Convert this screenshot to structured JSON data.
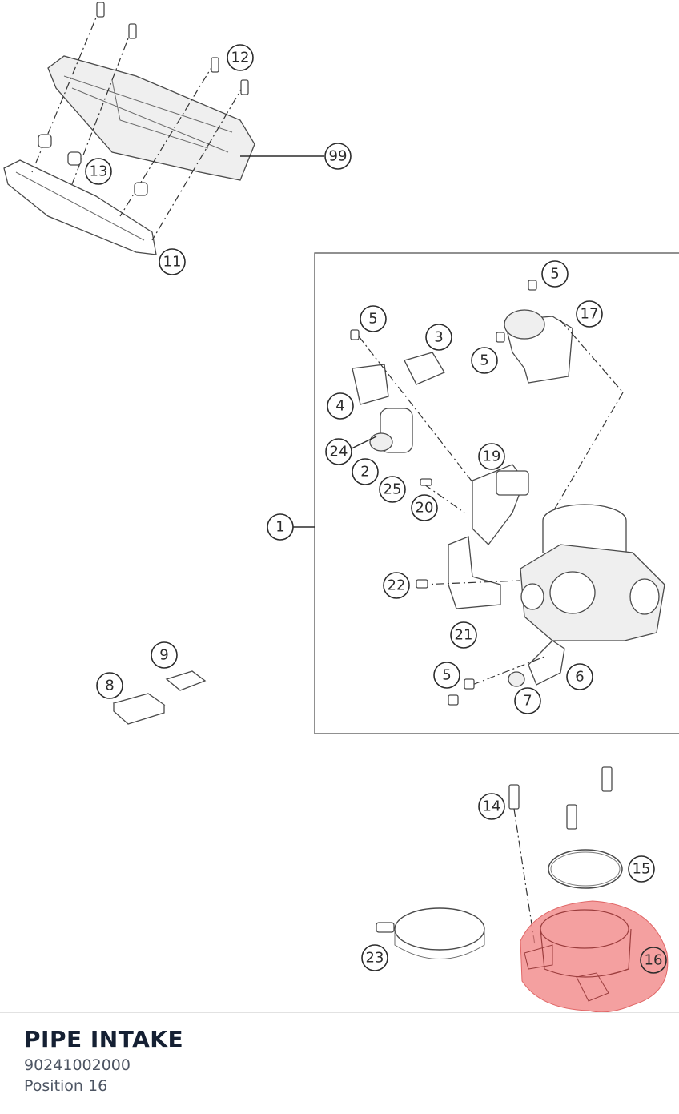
{
  "callouts": [
    {
      "id": "c12",
      "label": "12"
    },
    {
      "id": "c99",
      "label": "99"
    },
    {
      "id": "c13",
      "label": "13"
    },
    {
      "id": "c11",
      "label": "11"
    },
    {
      "id": "c5a",
      "label": "5"
    },
    {
      "id": "c17",
      "label": "17"
    },
    {
      "id": "c5b",
      "label": "5"
    },
    {
      "id": "c3",
      "label": "3"
    },
    {
      "id": "c5c",
      "label": "5"
    },
    {
      "id": "c4",
      "label": "4"
    },
    {
      "id": "c24",
      "label": "24"
    },
    {
      "id": "c2",
      "label": "2"
    },
    {
      "id": "c25",
      "label": "25"
    },
    {
      "id": "c19",
      "label": "19"
    },
    {
      "id": "c20",
      "label": "20"
    },
    {
      "id": "c1",
      "label": "1"
    },
    {
      "id": "c22",
      "label": "22"
    },
    {
      "id": "c21",
      "label": "21"
    },
    {
      "id": "c5d",
      "label": "5"
    },
    {
      "id": "c6",
      "label": "6"
    },
    {
      "id": "c7",
      "label": "7"
    },
    {
      "id": "c9",
      "label": "9"
    },
    {
      "id": "c8",
      "label": "8"
    },
    {
      "id": "c14",
      "label": "14"
    },
    {
      "id": "c15",
      "label": "15"
    },
    {
      "id": "c23",
      "label": "23"
    },
    {
      "id": "c16",
      "label": "16"
    }
  ],
  "highlight": {
    "position_label": "16",
    "color": "#f08080"
  },
  "part": {
    "name": "PIPE INTAKE",
    "number": "90241002000",
    "position": "Position 16"
  }
}
